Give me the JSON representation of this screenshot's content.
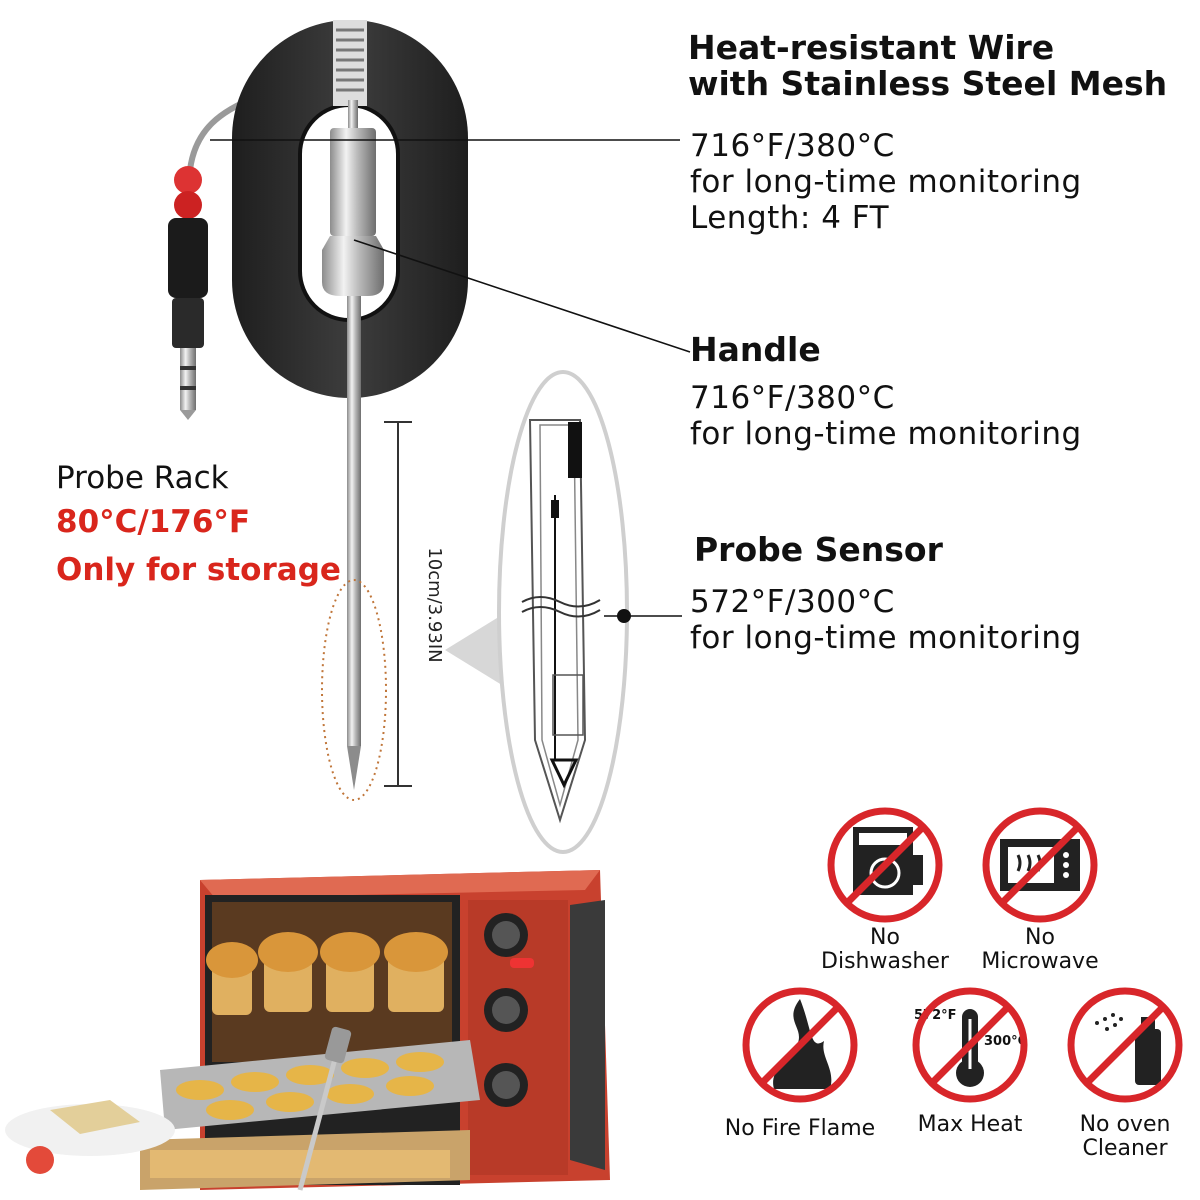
{
  "callouts": {
    "wire": {
      "title_line1": "Heat-resistant Wire",
      "title_line2": "with Stainless Steel Mesh",
      "body_line1": "716°F/380°C",
      "body_line2": "for long-time monitoring",
      "body_line3": "Length: 4 FT"
    },
    "handle": {
      "title": "Handle",
      "body_line1": "716°F/380°C",
      "body_line2": "for long-time monitoring"
    },
    "sensor": {
      "title": "Probe Sensor",
      "body_line1": "572°F/300°C",
      "body_line2": "for long-time monitoring"
    }
  },
  "probe_rack": {
    "title": "Probe Rack",
    "temp": "80°C/176°F",
    "note": "Only for storage"
  },
  "dimension": {
    "label": "10cm/3.93IN"
  },
  "warning_icons": [
    {
      "icon": "dishwasher-icon",
      "caption_line1": "No",
      "caption_line2": "Dishwasher"
    },
    {
      "icon": "microwave-icon",
      "caption_line1": "No",
      "caption_line2": "Microwave"
    },
    {
      "icon": "fire-flame-icon",
      "caption_line1": "No Fire Flame",
      "caption_line2": ""
    },
    {
      "icon": "thermometer-icon",
      "caption_line1": "Max Heat",
      "caption_line2": "",
      "temp_left": "572°F",
      "temp_right": "300°C"
    },
    {
      "icon": "spray-cleaner-icon",
      "caption_line1": "No oven",
      "caption_line2": "Cleaner"
    }
  ],
  "colors": {
    "accent_red": "#d9261c",
    "prohibit_red": "#d8262a",
    "handle_dark": "#2d2d2d",
    "oven_red": "#c8412e"
  }
}
